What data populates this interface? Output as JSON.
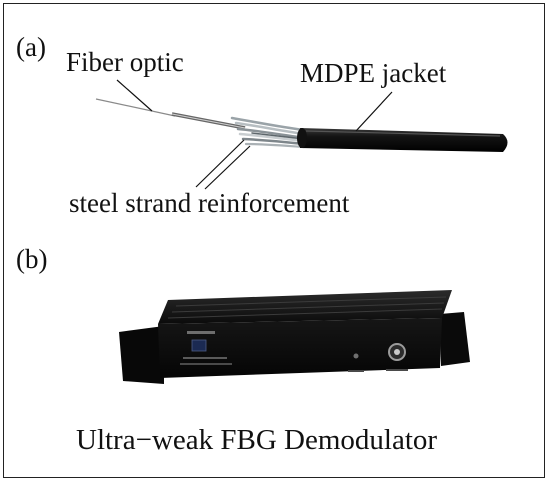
{
  "figure": {
    "panel_a": {
      "label": "(a)",
      "callouts": {
        "fiber": "Fiber optic",
        "jacket": "MDPE jacket",
        "steel": "steel strand reinforcement"
      }
    },
    "panel_b": {
      "label": "(b)",
      "caption": "Ultra−weak  FBG Demodulator"
    }
  }
}
